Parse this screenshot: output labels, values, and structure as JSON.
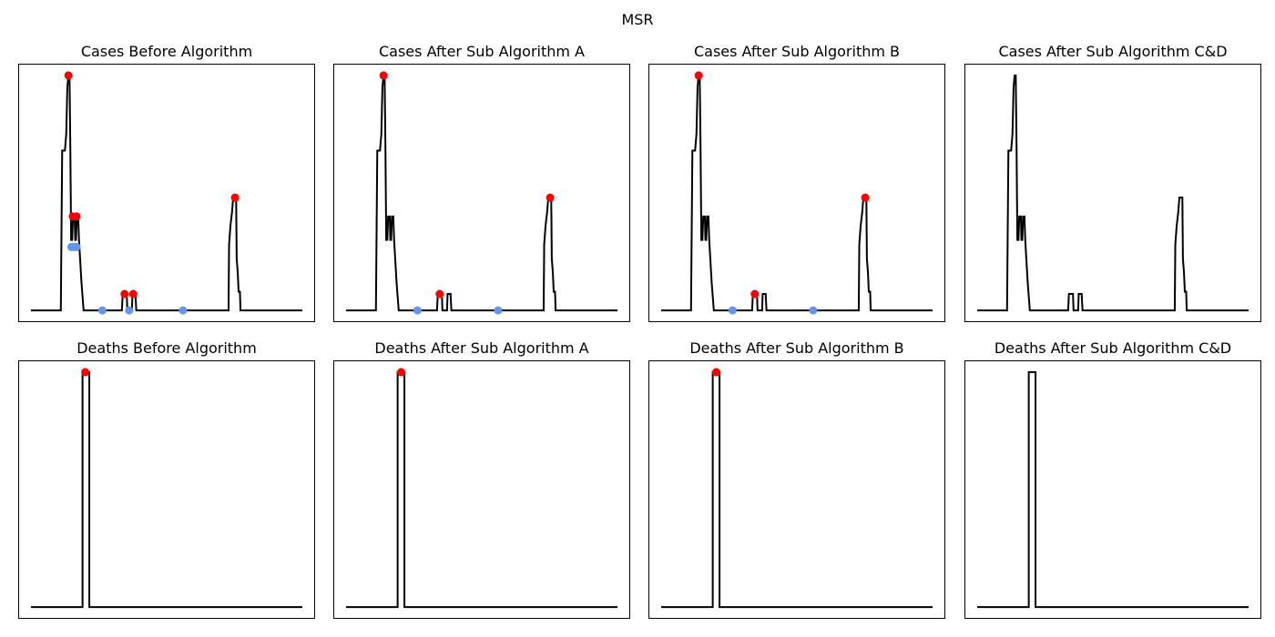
{
  "figure": {
    "title": "MSR"
  },
  "colors": {
    "line": "#000000",
    "peak": "#ff0000",
    "trough": "#6495ed",
    "frame": "#000000"
  },
  "chart_data": [
    {
      "type": "line",
      "title": "Cases Before Algorithm",
      "xlim": [
        0,
        100
      ],
      "ylim": [
        -0.05,
        1.05
      ],
      "series": [
        {
          "values": [
            [
              0,
              0
            ],
            [
              11,
              0
            ],
            [
              11.5,
              0.68
            ],
            [
              12.5,
              0.68
            ],
            [
              13,
              0.75
            ],
            [
              13.4,
              0.95
            ],
            [
              13.8,
              1
            ],
            [
              14.2,
              1
            ],
            [
              14.5,
              0.7
            ],
            [
              14.8,
              0.3
            ],
            [
              15.2,
              0.3
            ],
            [
              15.5,
              0.4
            ],
            [
              16.1,
              0.4
            ],
            [
              16.3,
              0.3
            ],
            [
              16.6,
              0.3
            ],
            [
              16.9,
              0.4
            ],
            [
              17.4,
              0.4
            ],
            [
              17.7,
              0.3
            ],
            [
              18.2,
              0.2
            ],
            [
              18.6,
              0.12
            ],
            [
              19.4,
              0
            ],
            [
              33.5,
              0
            ],
            [
              33.8,
              0.07
            ],
            [
              35.3,
              0.07
            ],
            [
              35.5,
              0
            ],
            [
              37.2,
              0
            ],
            [
              37.4,
              0.07
            ],
            [
              38.5,
              0.07
            ],
            [
              38.8,
              0
            ],
            [
              72.8,
              0
            ],
            [
              73,
              0.28
            ],
            [
              73.5,
              0.36
            ],
            [
              74.1,
              0.42
            ],
            [
              74.5,
              0.48
            ],
            [
              75.6,
              0.48
            ],
            [
              75.8,
              0.22
            ],
            [
              76.2,
              0.16
            ],
            [
              76.5,
              0.08
            ],
            [
              77,
              0.08
            ],
            [
              77.2,
              0
            ],
            [
              100,
              0
            ]
          ]
        }
      ],
      "peaks": [
        [
          13.8,
          1
        ],
        [
          15.4,
          0.4
        ],
        [
          16.8,
          0.4
        ],
        [
          34.5,
          0.07
        ],
        [
          37.7,
          0.07
        ],
        [
          75.2,
          0.48
        ]
      ],
      "troughs": [
        [
          14.9,
          0.27
        ],
        [
          15.8,
          0.27
        ],
        [
          16.8,
          0.27
        ],
        [
          26.3,
          0
        ],
        [
          36.2,
          0
        ],
        [
          56,
          0
        ]
      ]
    },
    {
      "type": "line",
      "title": "Cases After Sub Algorithm A",
      "xlim": [
        0,
        100
      ],
      "ylim": [
        -0.05,
        1.05
      ],
      "series": [
        {
          "values": [
            [
              0,
              0
            ],
            [
              11,
              0
            ],
            [
              11.5,
              0.68
            ],
            [
              12.5,
              0.68
            ],
            [
              13,
              0.75
            ],
            [
              13.4,
              0.95
            ],
            [
              13.8,
              1
            ],
            [
              14.2,
              1
            ],
            [
              14.5,
              0.7
            ],
            [
              14.8,
              0.3
            ],
            [
              15.2,
              0.3
            ],
            [
              15.5,
              0.4
            ],
            [
              16.1,
              0.4
            ],
            [
              16.3,
              0.3
            ],
            [
              16.6,
              0.3
            ],
            [
              16.9,
              0.4
            ],
            [
              17.4,
              0.4
            ],
            [
              17.7,
              0.3
            ],
            [
              18.2,
              0.2
            ],
            [
              18.6,
              0.12
            ],
            [
              19.4,
              0
            ],
            [
              33.5,
              0
            ],
            [
              33.8,
              0.07
            ],
            [
              35.3,
              0.07
            ],
            [
              35.5,
              0
            ],
            [
              37.2,
              0
            ],
            [
              37.4,
              0.07
            ],
            [
              38.5,
              0.07
            ],
            [
              38.8,
              0
            ],
            [
              72.8,
              0
            ],
            [
              73,
              0.28
            ],
            [
              73.5,
              0.36
            ],
            [
              74.1,
              0.42
            ],
            [
              74.5,
              0.48
            ],
            [
              75.6,
              0.48
            ],
            [
              75.8,
              0.22
            ],
            [
              76.2,
              0.16
            ],
            [
              76.5,
              0.08
            ],
            [
              77,
              0.08
            ],
            [
              77.2,
              0
            ],
            [
              100,
              0
            ]
          ]
        }
      ],
      "peaks": [
        [
          13.8,
          1
        ],
        [
          34.5,
          0.07
        ],
        [
          75.2,
          0.48
        ]
      ],
      "troughs": [
        [
          26.3,
          0
        ],
        [
          56,
          0
        ]
      ]
    },
    {
      "type": "line",
      "title": "Cases After Sub Algorithm B",
      "xlim": [
        0,
        100
      ],
      "ylim": [
        -0.05,
        1.05
      ],
      "series": [
        {
          "values": [
            [
              0,
              0
            ],
            [
              11,
              0
            ],
            [
              11.5,
              0.68
            ],
            [
              12.5,
              0.68
            ],
            [
              13,
              0.75
            ],
            [
              13.4,
              0.95
            ],
            [
              13.8,
              1
            ],
            [
              14.2,
              1
            ],
            [
              14.5,
              0.7
            ],
            [
              14.8,
              0.3
            ],
            [
              15.2,
              0.3
            ],
            [
              15.5,
              0.4
            ],
            [
              16.1,
              0.4
            ],
            [
              16.3,
              0.3
            ],
            [
              16.6,
              0.3
            ],
            [
              16.9,
              0.4
            ],
            [
              17.4,
              0.4
            ],
            [
              17.7,
              0.3
            ],
            [
              18.2,
              0.2
            ],
            [
              18.6,
              0.12
            ],
            [
              19.4,
              0
            ],
            [
              33.5,
              0
            ],
            [
              33.8,
              0.07
            ],
            [
              35.3,
              0.07
            ],
            [
              35.5,
              0
            ],
            [
              37.2,
              0
            ],
            [
              37.4,
              0.07
            ],
            [
              38.5,
              0.07
            ],
            [
              38.8,
              0
            ],
            [
              72.8,
              0
            ],
            [
              73,
              0.28
            ],
            [
              73.5,
              0.36
            ],
            [
              74.1,
              0.42
            ],
            [
              74.5,
              0.48
            ],
            [
              75.6,
              0.48
            ],
            [
              75.8,
              0.22
            ],
            [
              76.2,
              0.16
            ],
            [
              76.5,
              0.08
            ],
            [
              77,
              0.08
            ],
            [
              77.2,
              0
            ],
            [
              100,
              0
            ]
          ]
        }
      ],
      "peaks": [
        [
          13.8,
          1
        ],
        [
          34.5,
          0.07
        ],
        [
          75.2,
          0.48
        ]
      ],
      "troughs": [
        [
          26.3,
          0
        ],
        [
          56,
          0
        ]
      ]
    },
    {
      "type": "line",
      "title": "Cases After Sub Algorithm C&D",
      "xlim": [
        0,
        100
      ],
      "ylim": [
        -0.05,
        1.05
      ],
      "series": [
        {
          "values": [
            [
              0,
              0
            ],
            [
              11,
              0
            ],
            [
              11.5,
              0.68
            ],
            [
              12.5,
              0.68
            ],
            [
              13,
              0.75
            ],
            [
              13.4,
              0.95
            ],
            [
              13.8,
              1
            ],
            [
              14.2,
              1
            ],
            [
              14.5,
              0.7
            ],
            [
              14.8,
              0.3
            ],
            [
              15.2,
              0.3
            ],
            [
              15.5,
              0.4
            ],
            [
              16.1,
              0.4
            ],
            [
              16.3,
              0.3
            ],
            [
              16.6,
              0.3
            ],
            [
              16.9,
              0.4
            ],
            [
              17.4,
              0.4
            ],
            [
              17.7,
              0.3
            ],
            [
              18.2,
              0.2
            ],
            [
              18.6,
              0.12
            ],
            [
              19.4,
              0
            ],
            [
              33.5,
              0
            ],
            [
              33.8,
              0.07
            ],
            [
              35.3,
              0.07
            ],
            [
              35.5,
              0
            ],
            [
              37.2,
              0
            ],
            [
              37.4,
              0.07
            ],
            [
              38.5,
              0.07
            ],
            [
              38.8,
              0
            ],
            [
              72.8,
              0
            ],
            [
              73,
              0.28
            ],
            [
              73.5,
              0.36
            ],
            [
              74.1,
              0.42
            ],
            [
              74.5,
              0.48
            ],
            [
              75.6,
              0.48
            ],
            [
              75.8,
              0.22
            ],
            [
              76.2,
              0.16
            ],
            [
              76.5,
              0.08
            ],
            [
              77,
              0.08
            ],
            [
              77.2,
              0
            ],
            [
              100,
              0
            ]
          ]
        }
      ],
      "peaks": [],
      "troughs": []
    },
    {
      "type": "line",
      "title": "Deaths Before Algorithm",
      "xlim": [
        0,
        100
      ],
      "ylim": [
        -0.05,
        1.05
      ],
      "series": [
        {
          "values": [
            [
              0,
              0
            ],
            [
              19,
              0
            ],
            [
              19,
              1
            ],
            [
              21.5,
              1
            ],
            [
              21.5,
              0
            ],
            [
              100,
              0
            ]
          ]
        }
      ],
      "peaks": [
        [
          20,
          1
        ]
      ],
      "troughs": []
    },
    {
      "type": "line",
      "title": "Deaths After Sub Algorithm A",
      "xlim": [
        0,
        100
      ],
      "ylim": [
        -0.05,
        1.05
      ],
      "series": [
        {
          "values": [
            [
              0,
              0
            ],
            [
              19,
              0
            ],
            [
              19,
              1
            ],
            [
              21.5,
              1
            ],
            [
              21.5,
              0
            ],
            [
              100,
              0
            ]
          ]
        }
      ],
      "peaks": [
        [
          20.3,
          1
        ]
      ],
      "troughs": []
    },
    {
      "type": "line",
      "title": "Deaths After Sub Algorithm B",
      "xlim": [
        0,
        100
      ],
      "ylim": [
        -0.05,
        1.05
      ],
      "series": [
        {
          "values": [
            [
              0,
              0
            ],
            [
              19,
              0
            ],
            [
              19,
              1
            ],
            [
              21.5,
              1
            ],
            [
              21.5,
              0
            ],
            [
              100,
              0
            ]
          ]
        }
      ],
      "peaks": [
        [
          20.3,
          1
        ]
      ],
      "troughs": []
    },
    {
      "type": "line",
      "title": "Deaths After Sub Algorithm C&D",
      "xlim": [
        0,
        100
      ],
      "ylim": [
        -0.05,
        1.05
      ],
      "series": [
        {
          "values": [
            [
              0,
              0
            ],
            [
              19,
              0
            ],
            [
              19,
              1
            ],
            [
              21.5,
              1
            ],
            [
              21.5,
              0
            ],
            [
              100,
              0
            ]
          ]
        }
      ],
      "peaks": [],
      "troughs": []
    }
  ]
}
